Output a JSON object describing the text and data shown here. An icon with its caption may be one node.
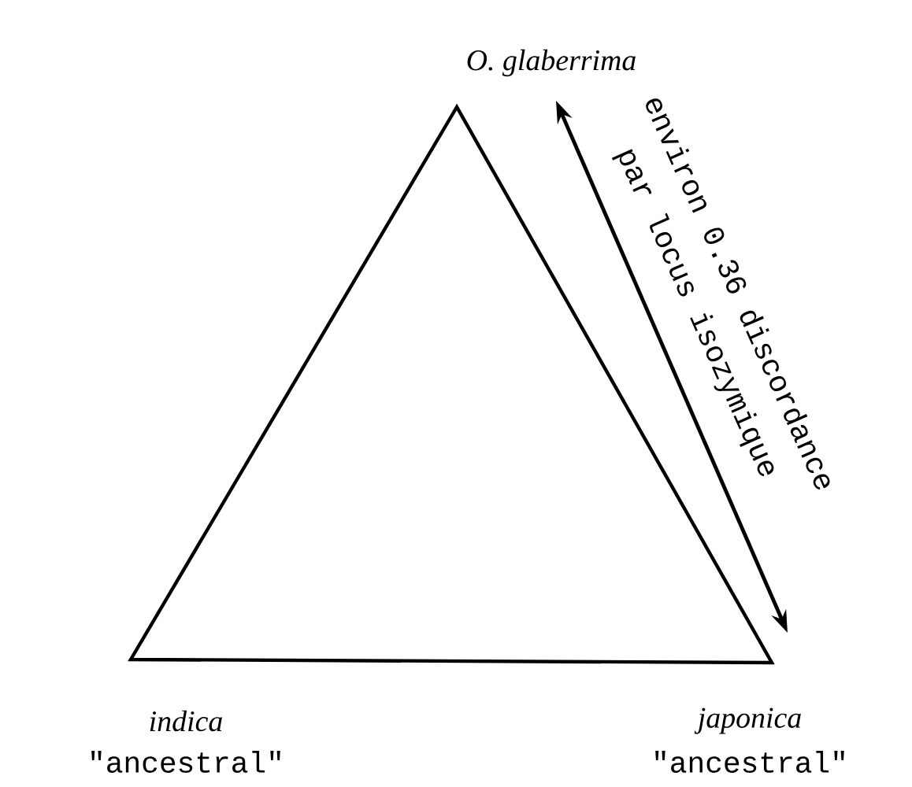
{
  "diagram": {
    "labels": [
      "O. glaberrima",
      "environ 0.36 discordance",
      "par locus isozymique",
      "indica",
      "\"ancestral\"",
      "japonica",
      "\"ancestral\""
    ]
  }
}
